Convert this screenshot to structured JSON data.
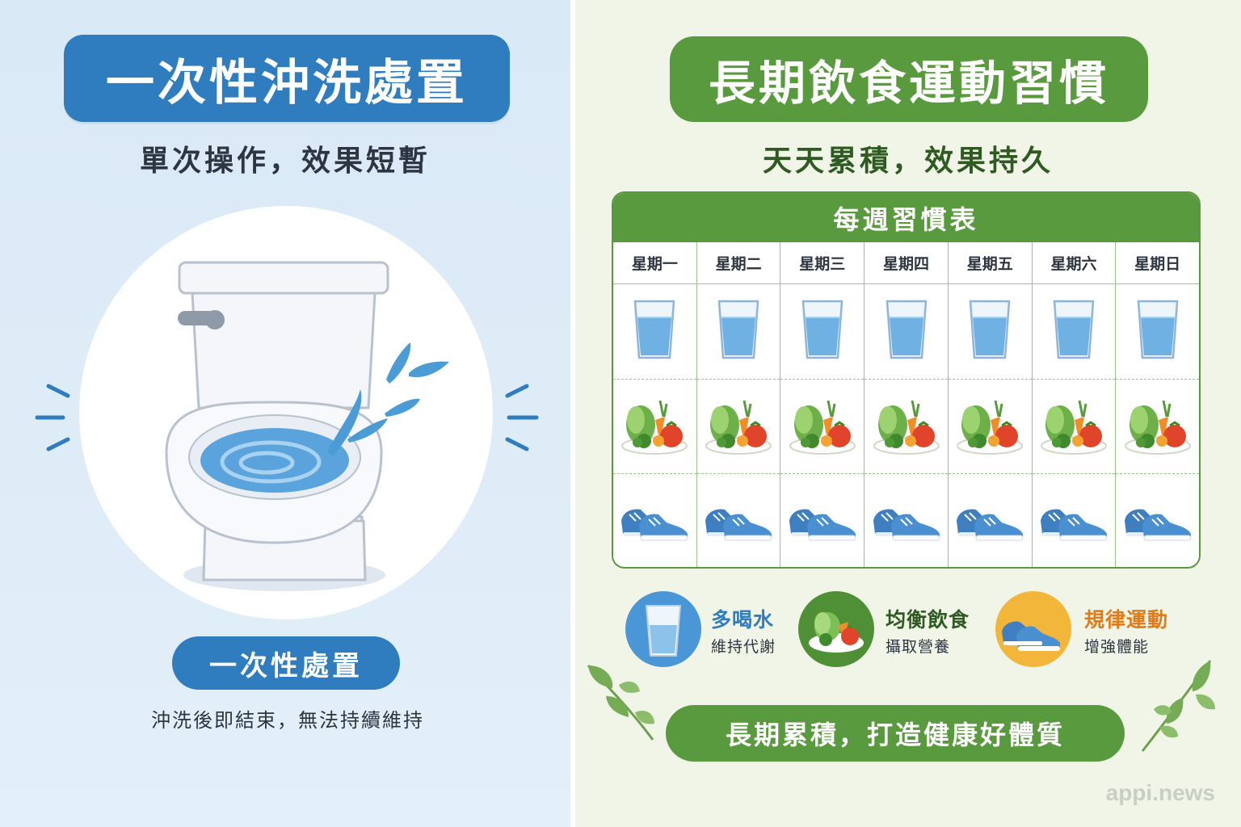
{
  "left": {
    "title": "一次性沖洗處置",
    "subtitle": "單次操作，效果短暫",
    "badge": "一次性處置",
    "description": "沖洗後即結束，無法持續維持",
    "illustration": "flushing-toilet"
  },
  "right": {
    "title": "長期飲食運動習慣",
    "subtitle": "天天累積，效果持久",
    "table": {
      "title": "每週習慣表",
      "days": [
        "星期一",
        "星期二",
        "星期三",
        "星期四",
        "星期五",
        "星期六",
        "星期日"
      ],
      "rows": [
        "water-glass-icon",
        "vegetables-icon",
        "sneakers-icon"
      ]
    },
    "legend": [
      {
        "icon": "water-glass-icon",
        "title": "多喝水",
        "desc": "維持代謝",
        "color": "#2f7dbf"
      },
      {
        "icon": "vegetables-icon",
        "title": "均衡飲食",
        "desc": "攝取營養",
        "color": "#3d7a2a"
      },
      {
        "icon": "sneakers-icon",
        "title": "規律運動",
        "desc": "增強體能",
        "color": "#e07b1a"
      }
    ],
    "footer": "長期累積，打造健康好體質"
  },
  "watermark": "appi.news",
  "colors": {
    "left_accent": "#2f7dbf",
    "right_accent": "#5a9a3f",
    "left_bg": "#dde9f6",
    "right_bg": "#f1f5e8"
  }
}
